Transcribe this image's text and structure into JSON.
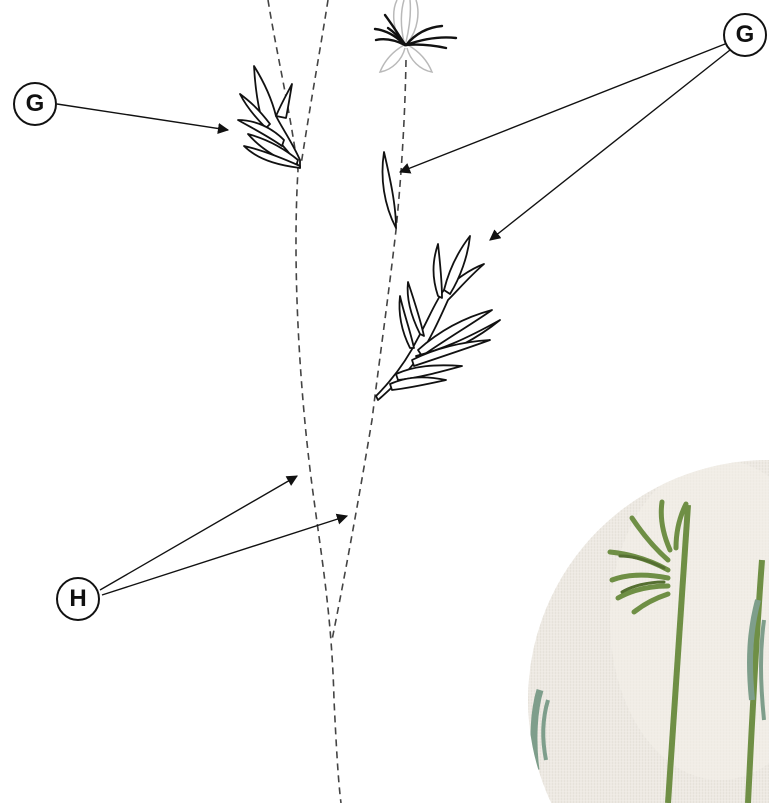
{
  "labels": {
    "g_left": "G",
    "g_right": "G",
    "h": "H"
  },
  "colors": {
    "line": "#111111",
    "faded_flower": "#b9b9b9",
    "linen": "#ece8e1",
    "thread_green": "#6f8f45",
    "thread_green_dark": "#556f31",
    "thread_sage": "#7e9e8b"
  },
  "icons": [
    "leaf-outline",
    "flower-head-outline",
    "embroidery-photo-inset"
  ]
}
